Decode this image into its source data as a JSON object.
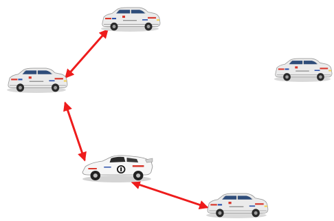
{
  "palette": {
    "background": "#ffffff",
    "arrow": "#ee1c1c",
    "sedan_body": "#e9e9e9",
    "sedan_shadow": "#b9b9b9",
    "window": "#2a4a7a",
    "stripe_red": "#d8352a",
    "stripe_blue": "#2a4fa8",
    "tire": "#2a2a2a",
    "race_body": "#f4f4f4",
    "race_number": "#1a1a1a"
  },
  "cars": [
    {
      "id": "sedan-top",
      "type": "sedan",
      "icon": "touring-car-icon"
    },
    {
      "id": "sedan-left",
      "type": "sedan",
      "icon": "touring-car-icon"
    },
    {
      "id": "sedan-right",
      "type": "sedan",
      "icon": "touring-car-icon"
    },
    {
      "id": "racecar-center",
      "type": "racecar",
      "icon": "race-car-icon"
    },
    {
      "id": "sedan-bottom",
      "type": "sedan",
      "icon": "touring-car-icon"
    }
  ],
  "links": [
    {
      "from": "sedan-left",
      "to": "sedan-top",
      "direction": "both"
    },
    {
      "from": "sedan-left",
      "to": "racecar-center",
      "direction": "both"
    },
    {
      "from": "racecar-center",
      "to": "sedan-bottom",
      "direction": "both"
    }
  ]
}
